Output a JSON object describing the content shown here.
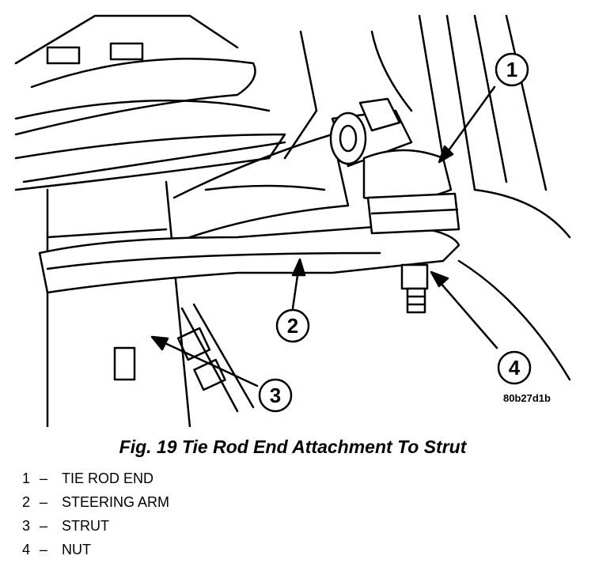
{
  "figure": {
    "caption": "Fig. 19 Tie Rod End Attachment To Strut",
    "code": "80b27d1b"
  },
  "callouts": [
    {
      "number": "1"
    },
    {
      "number": "2"
    },
    {
      "number": "3"
    },
    {
      "number": "4"
    }
  ],
  "legend": [
    {
      "number": "1",
      "dash": "–",
      "label": "TIE ROD END"
    },
    {
      "number": "2",
      "dash": "–",
      "label": "STEERING ARM"
    },
    {
      "number": "3",
      "dash": "–",
      "label": "STRUT"
    },
    {
      "number": "4",
      "dash": "–",
      "label": "NUT"
    }
  ]
}
